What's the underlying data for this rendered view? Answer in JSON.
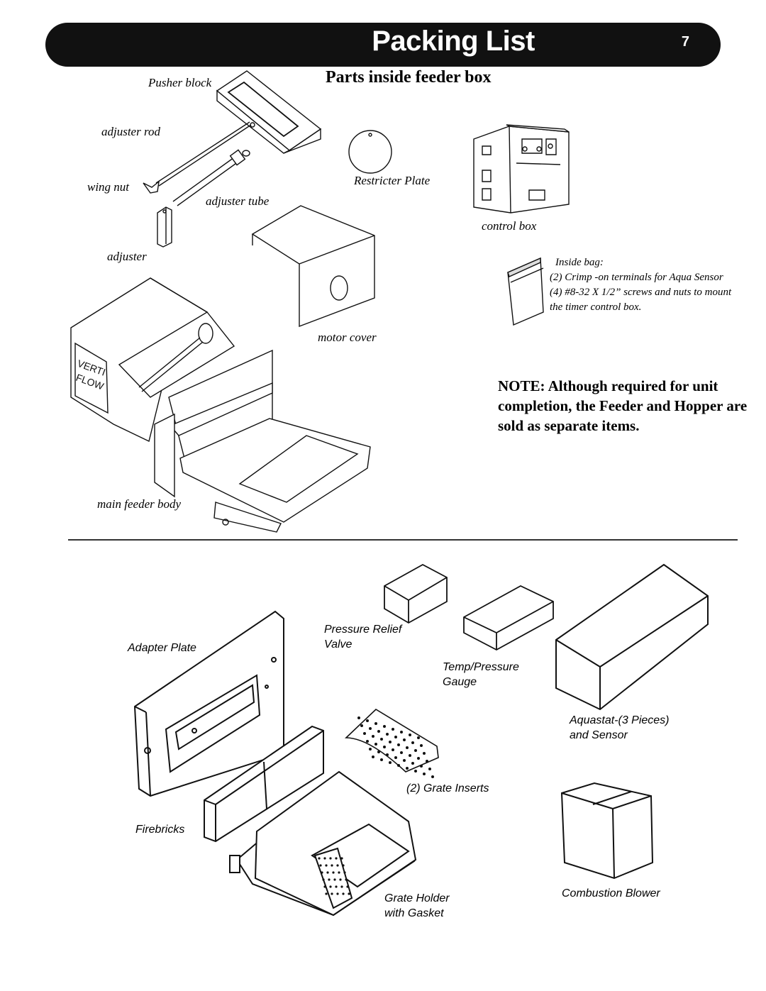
{
  "header": {
    "title": "Packing List",
    "page_number": "7"
  },
  "section_title": "Parts inside feeder box",
  "feeder_labels": {
    "pusher_block": "Pusher block",
    "adjuster_rod": "adjuster rod",
    "wing_nut": "wing nut",
    "adjuster_tube": "adjuster tube",
    "adjuster": "adjuster",
    "restricter_plate": "Restricter Plate",
    "control_box": "control box",
    "motor_cover": "motor cover",
    "main_feeder_body": "main feeder body"
  },
  "bag": {
    "title": "Inside bag:",
    "line1": "(2) Crimp -on terminals for Aqua Sensor",
    "line2": "(4) #8-32 X 1/2” screws and nuts to mount the timer control box."
  },
  "note": "NOTE: Although required for unit completion, the Feeder and Hopper are sold as separate items.",
  "box_labels": {
    "adapter_plate": "Adapter Plate",
    "pressure_relief_1": "Pressure Relief",
    "pressure_relief_2": "Valve",
    "temp_gauge_1": "Temp/Pressure",
    "temp_gauge_2": "Gauge",
    "aquastat_1": "Aquastat-(3 Pieces)",
    "aquastat_2": "and Sensor",
    "grate_inserts": "(2) Grate Inserts",
    "firebricks": "Firebricks",
    "grate_holder_1": "Grate Holder",
    "grate_holder_2": "with Gasket",
    "combustion_blower": "Combustion Blower"
  }
}
